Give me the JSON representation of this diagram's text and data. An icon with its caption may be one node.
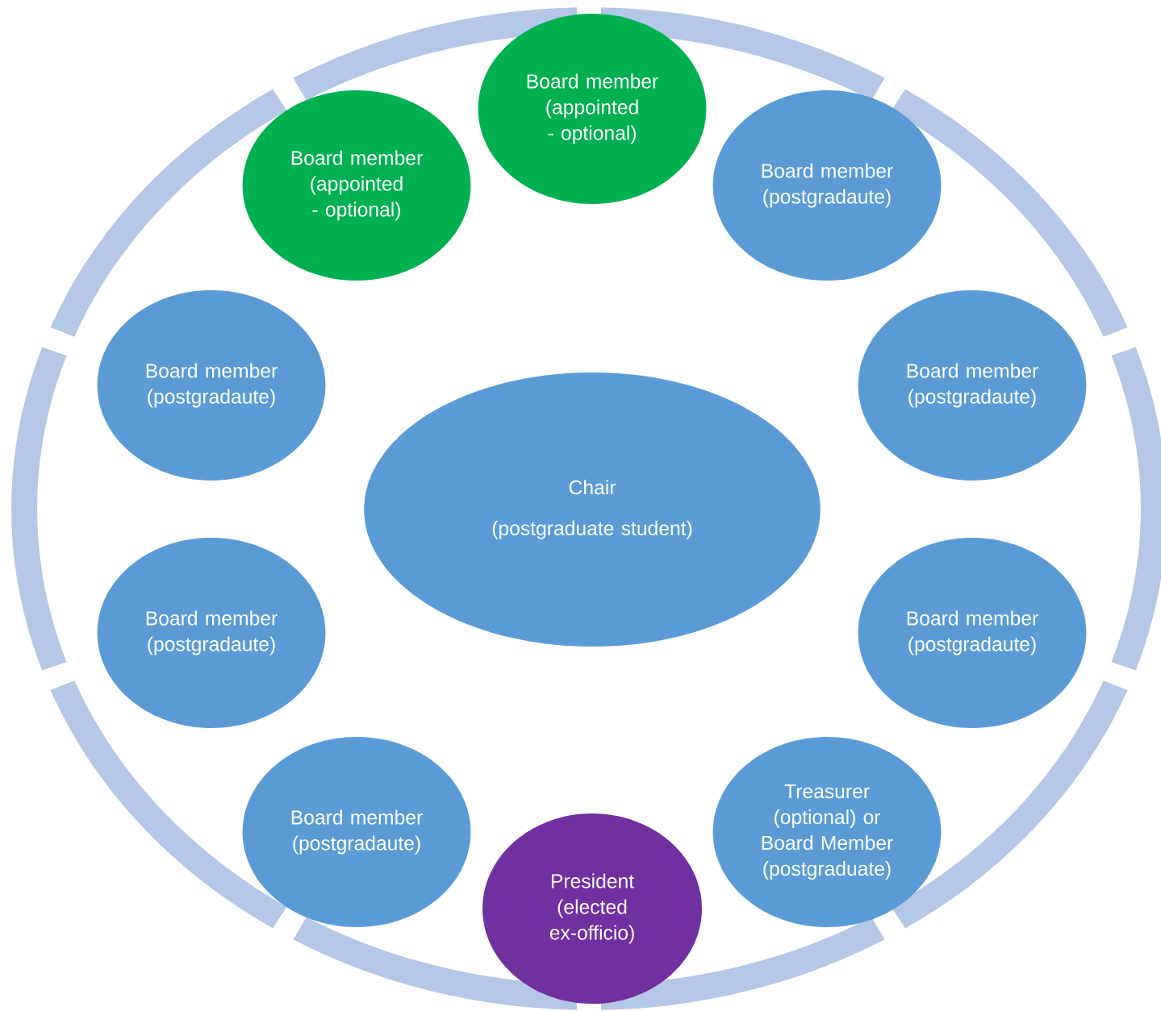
{
  "diagram": {
    "nodes": [
      {
        "text": [
          "Board member (appointed - optional)"
        ]
      },
      {
        "text": [
          "Board member (appointed - optional)"
        ]
      },
      {
        "text": [
          "Board member (postgradaute)"
        ]
      },
      {
        "text": [
          "Board member (postgradaute)"
        ]
      },
      {
        "text": [
          "Board member (postgradaute)"
        ]
      },
      {
        "text": [
          "Chair",
          "(postgraduate student)"
        ]
      },
      {
        "text": [
          "Board member (postgradaute)"
        ]
      },
      {
        "text": [
          "Board member (postgradaute)"
        ]
      },
      {
        "text": [
          "Board member (postgradaute)"
        ]
      },
      {
        "text": [
          "Treasurer (optional) or Board Member (postgraduate)"
        ]
      },
      {
        "text": [
          "President (elected ex-officio)"
        ]
      }
    ]
  }
}
